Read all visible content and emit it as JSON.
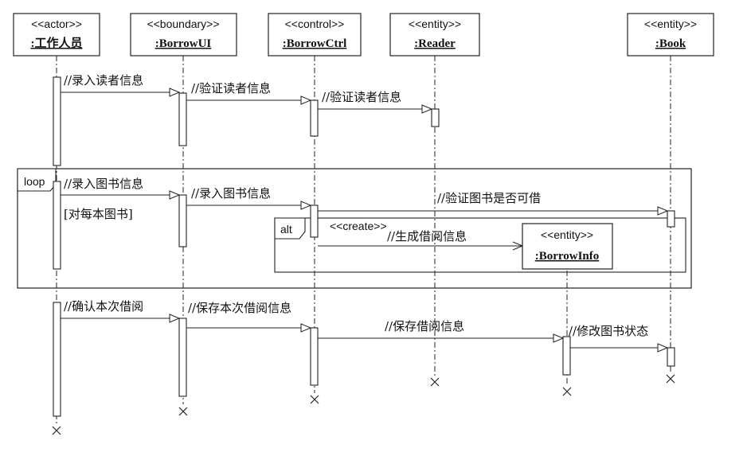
{
  "participants": [
    {
      "stereotype": "<<actor>>",
      "name": ":工作人员"
    },
    {
      "stereotype": "<<boundary>>",
      "name": ":BorrowUI"
    },
    {
      "stereotype": "<<control>>",
      "name": ":BorrowCtrl"
    },
    {
      "stereotype": "<<entity>>",
      "name": ":Reader"
    },
    {
      "stereotype": "<<entity>>",
      "name": ":Book"
    },
    {
      "stereotype": "<<entity>>",
      "name": ":BorrowInfo"
    }
  ],
  "messages": [
    "//录入读者信息",
    "//验证读者信息",
    "//验证读者信息",
    "//录入图书信息",
    "//录入图书信息",
    "//验证图书是否可借",
    "//生成借阅信息",
    "//确认本次借阅",
    "//保存本次借阅信息",
    "//保存借阅信息",
    "//修改图书状态"
  ],
  "create_label": "<<create>>",
  "fragments": {
    "loop": {
      "operator": "loop",
      "guard": "[对每本图书]"
    },
    "alt": {
      "operator": "alt"
    }
  },
  "colors": {
    "line": "#222222",
    "background": "#ffffff"
  }
}
